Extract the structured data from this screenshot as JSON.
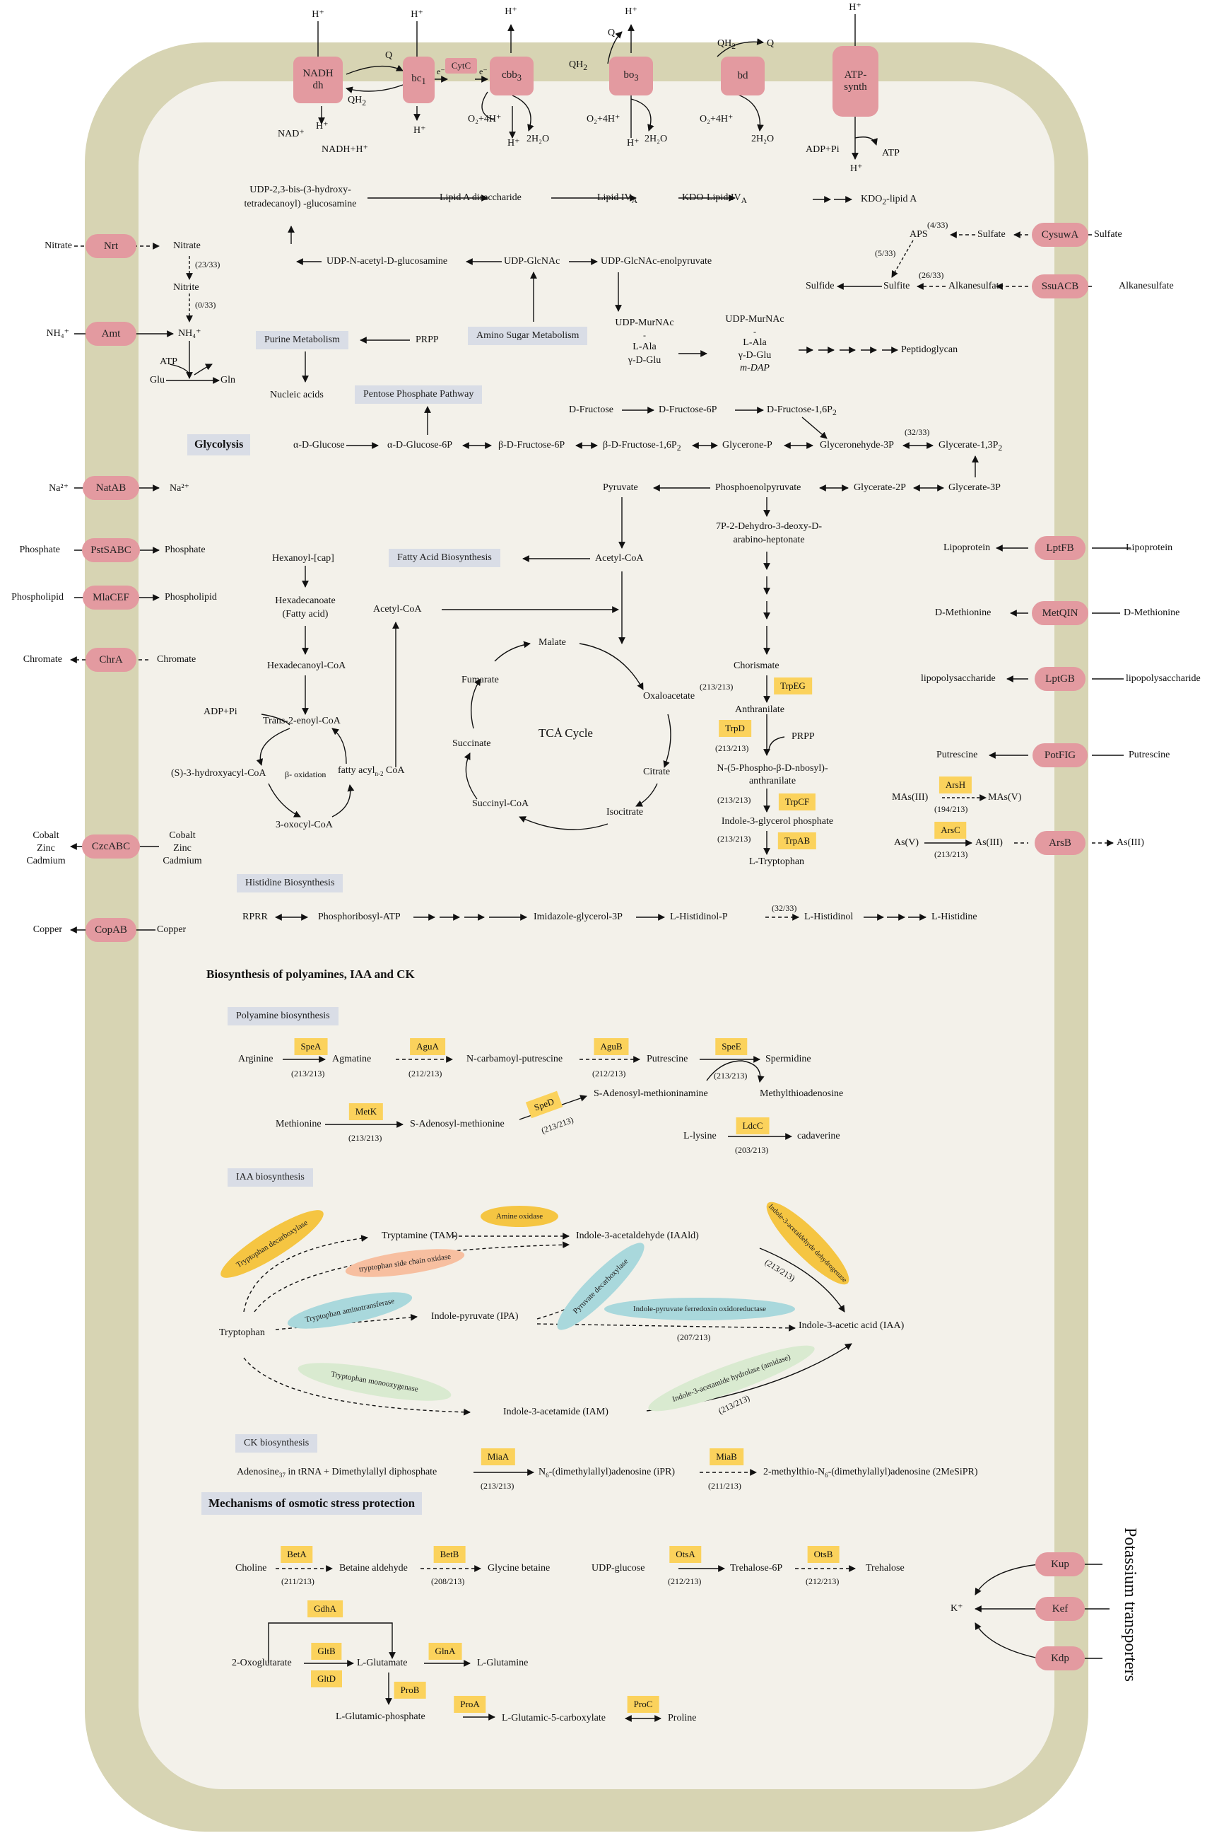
{
  "colors": {
    "membrane": "#d7d4b3",
    "cytoplasm": "#f3f1ea",
    "transporter": "#e39aa0",
    "enzyme": "#fbd25c",
    "section": "#d9dde6",
    "ellipse_orange": "#f5c542",
    "ellipse_salmon": "#f7bfa0",
    "ellipse_blue": "#a9d8dc",
    "ellipse_green": "#d9ead0"
  },
  "respiratory": {
    "nadh_dh": "NADH dh",
    "bc1": "bc",
    "bc1_sub": "1",
    "cytc": "CytC",
    "cbb3": "cbb",
    "cbb3_sub": "3",
    "bo3": "bo",
    "bo3_sub": "3",
    "bd": "bd",
    "atp_synth": "ATP-synth",
    "h_plus": "H⁺",
    "q": "Q",
    "qh2": "QH",
    "qh2_sub": "2",
    "e_minus": "e⁻",
    "nad_plus": "NAD⁺",
    "nadh_h": "NADH+H⁺",
    "o2_4h": "O₂+4H⁺",
    "h2o": "2H₂O",
    "adp_pi": "ADP+Pi",
    "atp": "ATP"
  },
  "lipidA": {
    "udp23": "UDP-2,3-bis-(3-hydroxy-",
    "udp23b": "tetradecanoyl) -glucosamine",
    "disacch": "Lipid A disaccharide",
    "lipid_iva": "Lipid IV",
    "lipid_iva_sub": "A",
    "kdo_iva": "KDO-Lipid IV",
    "kdo_iva_sub": "A",
    "kdo2": "KDO",
    "kdo2_sub": "2",
    "kdo2_rest": "-lipid A",
    "udp_nacglc": "UDP-N-acetyl-D-glucosamine",
    "udp_glcnac": "UDP-GlcNAc",
    "udp_glcnac_enol": "UDP-GlcNAc-enolpyruvate"
  },
  "pepg": {
    "murnac1": "UDP-MurNAc",
    "murnac1b": "L-Ala",
    "murnac1c": "γ-D-Glu",
    "murnac2": "UDP-MurNAc",
    "murnac2b": "L-Ala",
    "murnac2c": "γ-D-Glu",
    "murnac2d": "m-DAP",
    "peptidoglycan": "Peptidoglycan",
    "dash": "-"
  },
  "nitrogen": {
    "nitrate_out": "Nitrate",
    "nrt": "Nrt",
    "nitrate_in": "Nitrate",
    "r1": "(23/33)",
    "nitrite": "Nitrite",
    "r2": "(0/33)",
    "nh4_out": "NH₄⁺",
    "amt": "Amt",
    "nh4_in": "NH₄⁺",
    "atp": "ATP",
    "glu": "Glu",
    "gln": "Gln"
  },
  "sulfur": {
    "cysuwa": "CysuwA",
    "sulfate_out": "Sulfate",
    "sulfate_in": "Sulfate",
    "r1": "(4/33)",
    "aps": "APS",
    "r2": "(5/33)",
    "sulfite": "Sulfite",
    "sulfide": "Sulfide",
    "r3": "(26/33)",
    "alkanesulfate_in": "Alkanesulfate",
    "ssuacb": "SsuACB",
    "alkanesulfate_out": "Alkanesulfate"
  },
  "purine": {
    "purine": "Purine Metabolism",
    "prpp": "PRPP",
    "nucleic": "Nucleic acids",
    "ppp": "Pentose Phosphate Pathway",
    "amino_sugar": "Amino Sugar Metabolism"
  },
  "glycolysis": {
    "label": "Glycolysis",
    "a_glucose": "α-D-Glucose",
    "a_glucose6p": "α-D-Glucose-6P",
    "b_fructose6p": "β-D-Fructose-6P",
    "b_fructose16": "β-D-Fructose-1,6P",
    "b_fructose16_sub": "2",
    "glycerone": "Glycerone-P",
    "glyceronehyde": "Glyceronehyde-3P",
    "glycerate13": "Glycerate-1,3P",
    "glycerate13_sub": "2",
    "r1": "(32/33)",
    "d_fructose": "D-Fructose",
    "d_fructose6p": "D-Fructose-6P",
    "d_fructose16": "D-Fructose-1,6P",
    "d_fructose16_sub": "2",
    "pyruvate": "Pyruvate",
    "pep": "Phosphoenolpyruvate",
    "glycerate2p": "Glycerate-2P",
    "glycerate3p": "Glycerate-3P"
  },
  "transport_left": {
    "na_out": "Na²⁺",
    "natab": "NatAB",
    "na_in": "Na²⁺",
    "phosphate_out": "Phosphate",
    "pstsabc": "PstSABC",
    "phosphate_in": "Phosphate",
    "phospholipid_out": "Phospholipid",
    "mlacef": "MlaCEF",
    "phospholipid_in": "Phospholipid",
    "chromate_out": "Chromate",
    "chra": "ChrA",
    "chromate_in": "Chromate",
    "metals_out": [
      "Cobalt",
      "Zinc",
      "Cadmium"
    ],
    "czcabc": "CzcABC",
    "metals_in": [
      "Cobalt",
      "Zinc",
      "Cadmium"
    ],
    "copper_out": "Copper",
    "copab": "CopAB",
    "copper_in": "Copper"
  },
  "fatty": {
    "label": "Fatty Acid Biosynthesis",
    "hexanoyl": "Hexanoyl-[cap]",
    "hexadecanoate": "Hexadecanoate",
    "hexadecanoate_b": "(Fatty acid)",
    "hexadecanoyl": "Hexadecanoyl-CoA",
    "adp_pi": "ADP+Pi",
    "trans2": "Trans-2-enoyl-CoA",
    "hydroxy": "(S)-3-hydroxyacyl-CoA",
    "beta_ox": "β- oxidation",
    "fatty_acyl": "fatty acyl",
    "fatty_acyl_sub": "n-2",
    "fatty_acyl_rest": " CoA",
    "oxoacyl": "3-oxocyl-CoA",
    "acetyl_coa1": "Acetyl-CoA",
    "acetyl_coa2": "Acetyl-CoA"
  },
  "tca": {
    "label": "TCA Cycle",
    "malate": "Malate",
    "oxaloacetate": "Oxaloacetate",
    "citrate": "Citrate",
    "isocitrate": "Isocitrate",
    "succinyl": "Succinyl-CoA",
    "succinate": "Succinate",
    "fumarate": "Fumarate"
  },
  "trp": {
    "dahp": "7P-2-Dehydro-3-deoxy-D-",
    "dahp_b": "arabino-heptonate",
    "chorismate": "Chorismate",
    "r1": "(213/213)",
    "trpeg": "TrpEG",
    "anthranilate": "Anthranilate",
    "trpd": "TrpD",
    "r2": "(213/213)",
    "prpp": "PRPP",
    "n5p": "N-(5-Phospho-β-D-nbosyl)-",
    "n5p_b": "anthranilate",
    "r3": "(213/213)",
    "trpcf": "TrpCF",
    "indole_gp": "Indole-3-glycerol phosphate",
    "r4": "(213/213)",
    "trpab": "TrpAB",
    "ltrp": "L-Tryptophan"
  },
  "transport_right": {
    "lptfb": "LptFB",
    "lipoprotein_in": "Lipoprotein",
    "lipoprotein_out": "Lipoprotein",
    "metqin": "MetQIN",
    "dmet_in": "D-Methionine",
    "dmet_out": "D-Methionine",
    "lptgb": "LptGB",
    "lps_in": "lipopolysaccharide",
    "lps_out": "lipopolysaccharide",
    "potfig": "PotFIG",
    "put_in": "Putrescine",
    "put_out": "Putrescine",
    "arsh": "ArsH",
    "mas3": "MAs(III)",
    "mas5": "MAs(V)",
    "r1": "(194/213)",
    "arsc": "ArsC",
    "as5": "As(V)",
    "as3_in": "As(III)",
    "r2": "(213/213)",
    "arsb": "ArsB",
    "as3_out": "As(III)"
  },
  "histidine": {
    "label": "Histidine Biosynthesis",
    "rprr": "RPRR",
    "pr_atp": "Phosphoribosyl-ATP",
    "igp": "Imidazole-glycerol-3P",
    "lhis_p": "L-Histidinol-P",
    "r1": "(32/33)",
    "lhisol": "L-Histidinol",
    "lhis": "L-Histidine"
  },
  "polyamine": {
    "header": "Biosynthesis of polyamines, IAA and CK",
    "label": "Polyamine biosynthesis",
    "arginine": "Arginine",
    "spea": "SpeA",
    "r1": "(213/213)",
    "agmatine": "Agmatine",
    "agua": "AguA",
    "r2": "(212/213)",
    "ncarb": "N-carbamoyl-putrescine",
    "agub": "AguB",
    "r3": "(212/213)",
    "putrescine": "Putrescine",
    "spee": "SpeE",
    "r4": "(213/213)",
    "spermidine": "Spermidine",
    "mta": "Methylthioadenosine",
    "methionine": "Methionine",
    "metk": "MetK",
    "r5": "(213/213)",
    "sam": "S-Adenosyl-methionine",
    "sped": "SpeD",
    "r6": "(213/213)",
    "samine": "S-Adenosyl-methioninamine",
    "lysine": "L-lysine",
    "ldcc": "LdcC",
    "r7": "(203/213)",
    "cadaverine": "cadaverine"
  },
  "iaa": {
    "label": "IAA biosynthesis",
    "tryptamine": "Tryptamine (TAM)",
    "iaald": "Indole-3-acetaldehyde (IAAld)",
    "tryptophan": "Tryptophan",
    "ipa": "Indole-pyruvate (IPA)",
    "iaa": "Indole-3-acetic acid (IAA)",
    "iam": "Indole-3-acetamide (IAM)",
    "r1": "(213/213)",
    "r2": "(207/213)",
    "r3": "(213/213)",
    "e_tdc": "Tryptophan decarboxylase",
    "e_amine": "Amine oxidase",
    "e_tsco": "tryptophan side chain oxidase",
    "e_iaald_dh": "Indole-3-acetaldehyde dehydrogenase",
    "e_ta": "Tryptophan aminotransferase",
    "e_pdc": "Pyruvate decarboxylase",
    "e_ipfo": "Indole-pyruvate ferredoxin oxidoreductase",
    "e_tmo": "Tryptophan monooxygenase",
    "e_amidase": "Indole-3-acetamide hydrolase (amidase)"
  },
  "ck": {
    "label": "CK biosynthesis",
    "adenosine": "Adenosine",
    "adenosine_sub": "37",
    "adenosine_rest": " in tRNA  +  Dimethylallyl diphosphate",
    "miaa": "MiaA",
    "r1": "(213/213)",
    "ipr": "N",
    "ipr_sub": "6",
    "ipr_rest": "-(dimethylallyl)adenosine (iPR)",
    "miab": "MiaB",
    "r2": "(211/213)",
    "ms": "2-methylthio-N",
    "ms_sub": "6",
    "ms_rest": "-(dimethylallyl)adenosine (2MeSiPR)"
  },
  "osmotic": {
    "header": "Mechanisms of osmotic stress protection",
    "choline": "Choline",
    "beta": "BetA",
    "r1": "(211/213)",
    "betaine_ald": "Betaine aldehyde",
    "betb": "BetB",
    "r2": "(208/213)",
    "glycine_betaine": "Glycine betaine",
    "udp_glucose": "UDP-glucose",
    "otsa": "OtsA",
    "r3": "(212/213)",
    "trehalose6p": "Trehalose-6P",
    "otsb": "OtsB",
    "r4": "(212/213)",
    "trehalose": "Trehalose",
    "gdha": "GdhA",
    "oxoglutarate": "2-Oxoglutarate",
    "gltb": "GltB",
    "gltd": "GltD",
    "lglutamate": "L-Glutamate",
    "glna": "GlnA",
    "lglutamine": "L-Glutamine",
    "prob": "ProB",
    "lglutamic_p": "L-Glutamic-phosphate",
    "proa": "ProA",
    "lglutamic5": "L-Glutamic-5-carboxylate",
    "proc": "ProC",
    "proline": "Proline"
  },
  "potassium": {
    "label": "Potassium transporters",
    "kup": "Kup",
    "kef": "Kef",
    "kdp": "Kdp",
    "k": "K⁺"
  }
}
